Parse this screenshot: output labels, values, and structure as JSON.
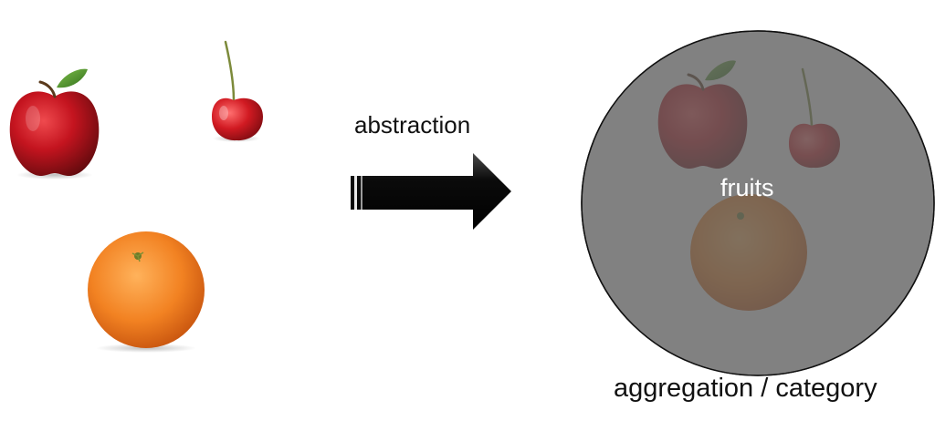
{
  "labels": {
    "arrow_caption": "abstraction",
    "circle_caption": "fruits",
    "footer_caption": "aggregation / category"
  },
  "items": {
    "left": [
      "apple",
      "cherry",
      "orange"
    ],
    "grouped": [
      "apple",
      "cherry",
      "orange"
    ]
  },
  "icons": [
    "apple-icon",
    "cherry-icon",
    "orange-icon",
    "arrow-right-icon"
  ],
  "colors": {
    "background": "#ffffff",
    "circle_fill": "#5d5d5d",
    "circle_stroke": "#111111",
    "arrow": "#0b0b0b",
    "apple_red": "#c4141f",
    "apple_leaf": "#4f9a2e",
    "cherry_red": "#d11a22",
    "orange": "#f28222",
    "text": "#111111",
    "circle_text": "#ffffff"
  }
}
